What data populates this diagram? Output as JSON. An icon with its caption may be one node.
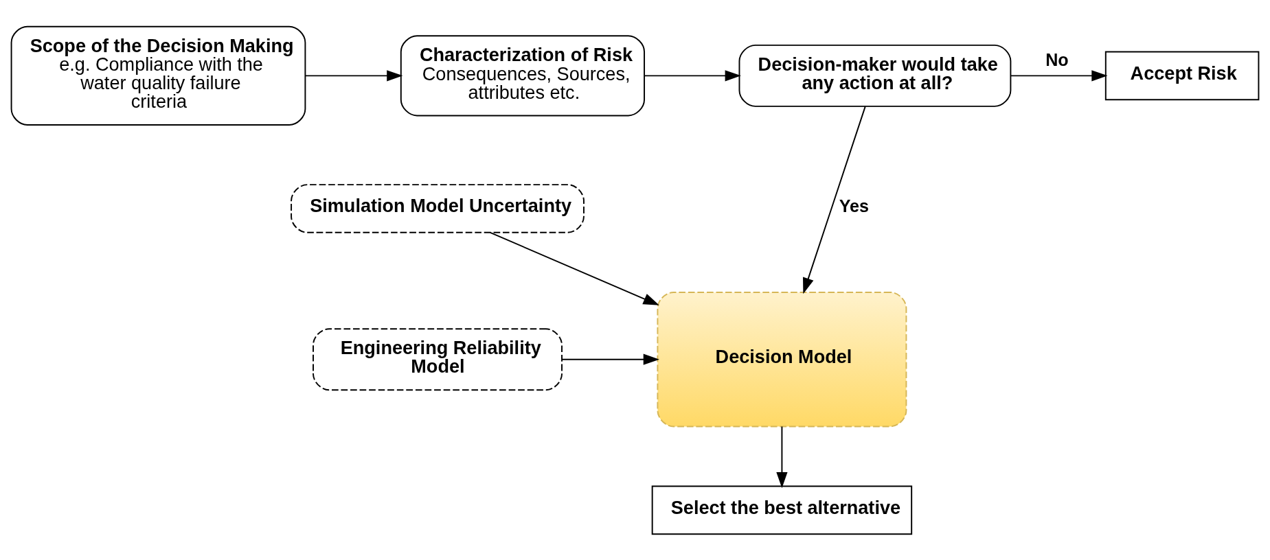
{
  "diagram": {
    "nodes": [
      {
        "text": [
          "Scope of the Decision Making",
          "e.g. Compliance with the water quality failure criteria"
        ]
      },
      {
        "text": [
          "Characterization of Risk",
          "Consequences, Sources, attributes etc."
        ]
      },
      {
        "text": [
          "Decision-maker would take any action at all?"
        ]
      },
      {
        "text": [
          "Accept Risk"
        ]
      },
      {
        "text": [
          "Simulation Model Uncertainty"
        ]
      },
      {
        "text": [
          "Engineering Reliability Model"
        ]
      },
      {
        "text": [
          "Decision Model"
        ]
      },
      {
        "text": [
          "Select the best alternative"
        ]
      }
    ],
    "edges": [
      {
        "from": 0,
        "to": 1,
        "arrow": "to"
      },
      {
        "from": 1,
        "to": 2,
        "arrow": "to"
      },
      {
        "from": 2,
        "to": 3,
        "arrow": "to",
        "label": "No"
      },
      {
        "from": 2,
        "to": 6,
        "arrow": "to",
        "label": "Yes"
      },
      {
        "from": 4,
        "to": 6,
        "arrow": "to"
      },
      {
        "from": 5,
        "to": 6,
        "arrow": "to"
      },
      {
        "from": 6,
        "to": 7,
        "arrow": "to"
      }
    ]
  }
}
